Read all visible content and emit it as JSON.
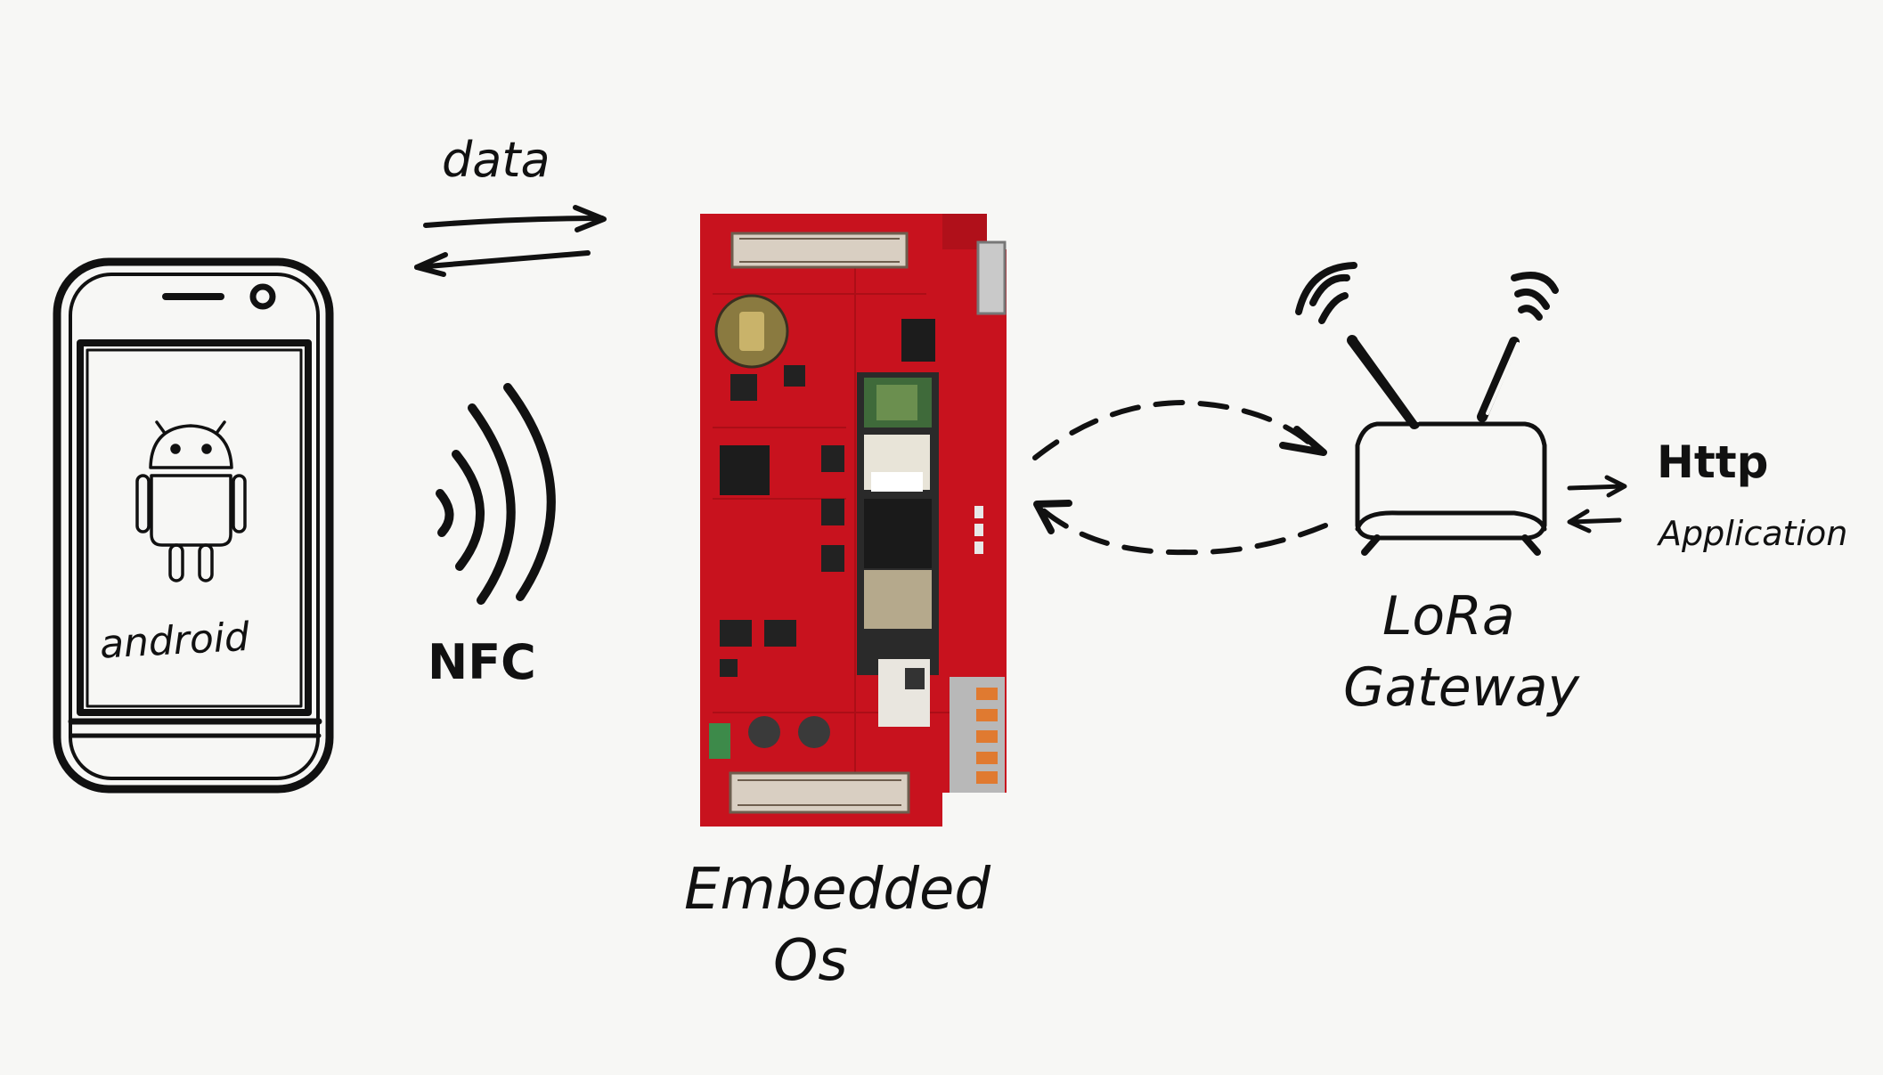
{
  "labels": {
    "data": "data",
    "nfc": "NFC",
    "android": "android",
    "embedded_line1": "Embedded",
    "embedded_line2": "Os",
    "lora_line1": "LoRa",
    "lora_line2": "Gateway",
    "http": "Http",
    "application": "Application"
  },
  "colors": {
    "background": "#f7f7f5",
    "ink": "#111111",
    "board_red": "#c8121e",
    "board_dark_red": "#8e0a12"
  },
  "icons": {
    "phone": "smartphone-icon",
    "android": "android-robot-icon",
    "nfc": "nfc-waves-icon",
    "board": "circuit-board-icon",
    "router": "lora-gateway-router-icon"
  }
}
